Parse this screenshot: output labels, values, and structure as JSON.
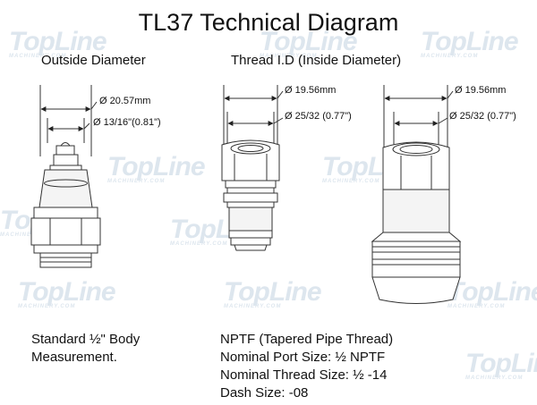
{
  "title": "TL37 Technical Diagram",
  "headers": {
    "outside": "Outside Diameter",
    "thread": "Thread I.D (Inside Diameter)"
  },
  "dimensions": {
    "left": {
      "outer": "Ø 20.57mm",
      "inner": "Ø 13/16\"(0.81\")"
    },
    "middle": {
      "outer": "Ø 19.56mm",
      "inner": "Ø 25/32 (0.77\")"
    },
    "right": {
      "outer": "Ø 19.56mm",
      "inner": "Ø 25/32 (0.77\")"
    }
  },
  "notes": {
    "left": [
      "Standard ½\" Body",
      "Measurement."
    ],
    "right": [
      "NPTF (Tapered Pipe Thread)",
      "Nominal Port Size: ½  NPTF",
      "Nominal Thread Size: ½ -14",
      "Dash Size: -08"
    ]
  },
  "watermark": {
    "brand": "TopLine",
    "sub": "MACHINERY.COM"
  }
}
